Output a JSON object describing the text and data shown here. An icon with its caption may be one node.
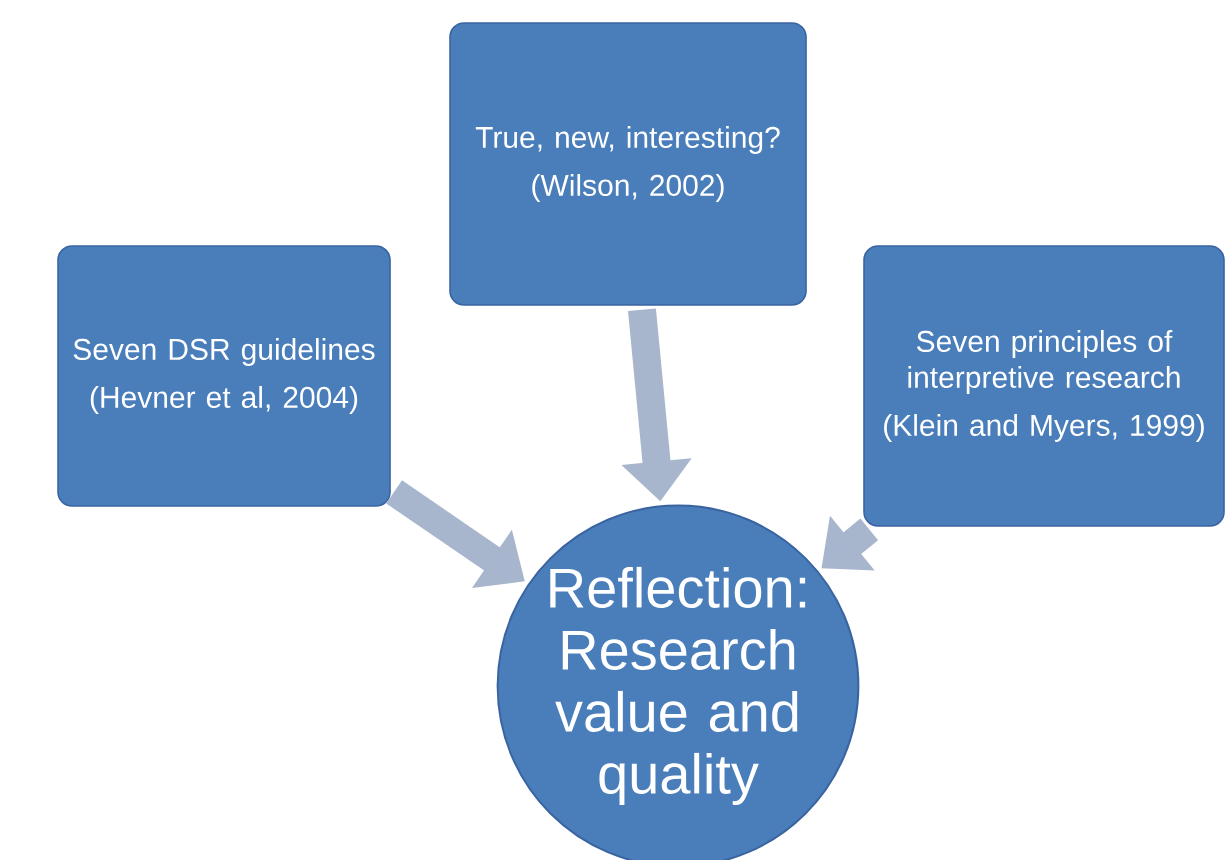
{
  "diagram": {
    "nodes": [
      {
        "text": [
          "Seven DSR guidelines",
          "(Hevner et al, 2004)"
        ]
      },
      {
        "text": [
          "True, new, interesting?",
          "(Wilson, 2002)"
        ]
      },
      {
        "text": [
          "Seven principles of interpretive research",
          "(Klein and Myers, 1999)"
        ]
      },
      {
        "text": [
          "Reflection: Research value and quality"
        ]
      }
    ],
    "edges": [
      {
        "from": 0,
        "to": 3,
        "arrow": "to"
      },
      {
        "from": 1,
        "to": 3,
        "arrow": "to"
      },
      {
        "from": 2,
        "to": 3,
        "arrow": "to"
      }
    ]
  }
}
